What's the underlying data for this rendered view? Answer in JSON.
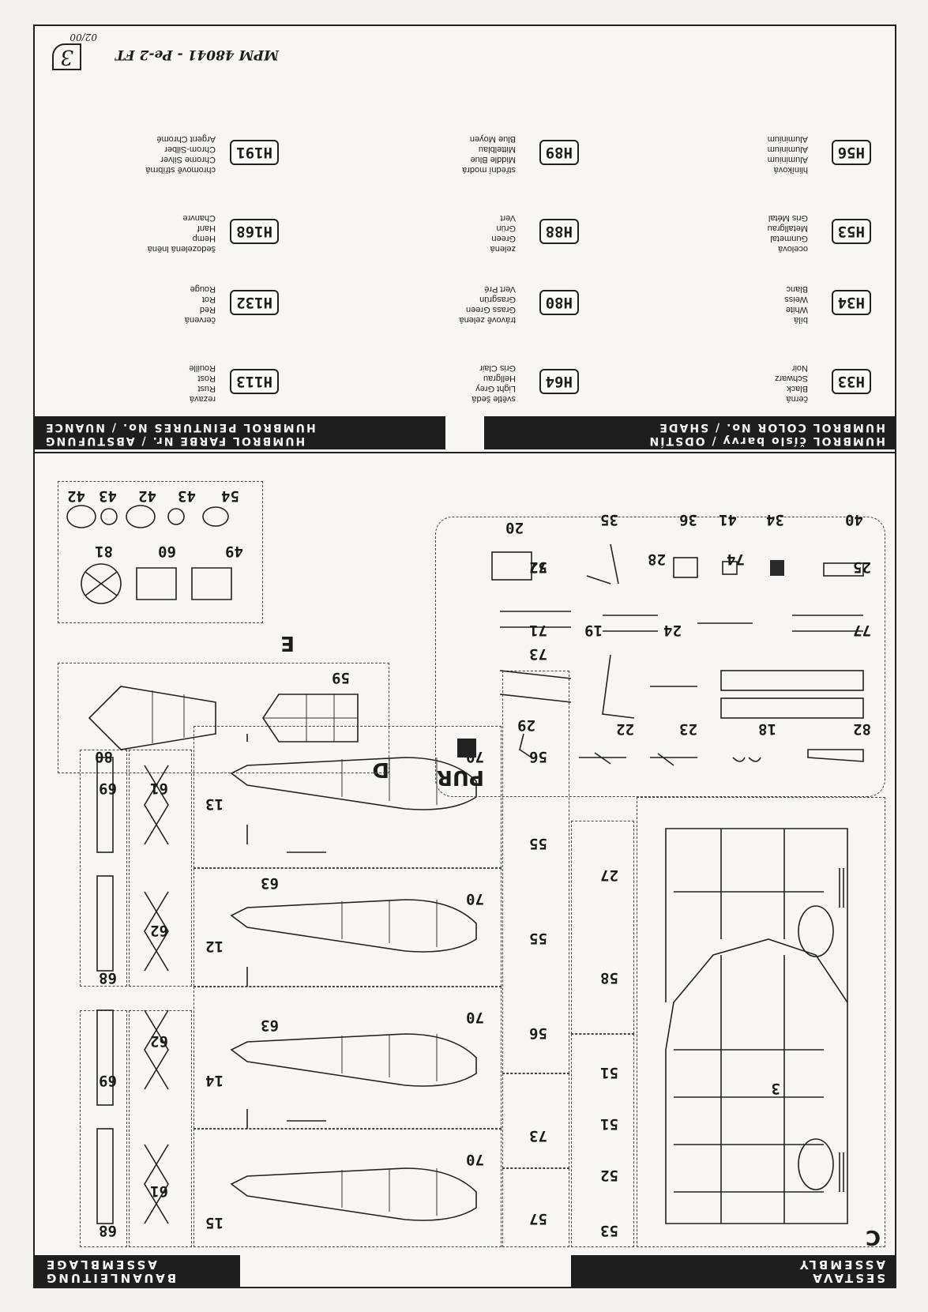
{
  "header": {
    "assembly_left_1": "SESTAVA",
    "assembly_left_2": "ASSEMBLY",
    "assembly_right_1": "BAUANLEITUNG",
    "assembly_right_2": "ASSEMBLAGE"
  },
  "palette_header": {
    "left_1": "HUMBROL COLOR No. / SHADE",
    "left_2": "HUMBROL číslo barvy / ODSTÍN",
    "right_1": "HUMBROL PEINTURES No. / NUANCE",
    "right_2": "HUMBROL FARBE Nr. / ABSTUFUNG"
  },
  "sections": {
    "c": "C",
    "d": "D",
    "e": "E",
    "pur": "PUR"
  },
  "parts_c": [
    "3",
    "27",
    "58",
    "51",
    "51",
    "52",
    "53",
    "56",
    "55",
    "55",
    "56",
    "57",
    "73",
    "73",
    "57"
  ],
  "parts_fuselage": [
    "15",
    "14",
    "12",
    "13",
    "70",
    "70",
    "70",
    "70",
    "63",
    "63"
  ],
  "parts_gear": [
    "61",
    "62",
    "62",
    "61",
    "68",
    "69",
    "68",
    "69"
  ],
  "parts_d": [
    "80",
    "59"
  ],
  "parts_e": [
    "49",
    "60",
    "81",
    "54",
    "43",
    "42",
    "43",
    "42"
  ],
  "parts_pur": [
    "82",
    "18",
    "23",
    "22",
    "29",
    "77",
    "24",
    "19",
    "71",
    "25",
    "74",
    "28",
    "72",
    "40",
    "34",
    "41",
    "36",
    "35",
    "20"
  ],
  "colors": [
    {
      "code": "H33",
      "names": [
        "černá",
        "Black",
        "Schwarz",
        "Noir"
      ]
    },
    {
      "code": "H34",
      "names": [
        "bílá",
        "White",
        "Weiss",
        "Blanc"
      ]
    },
    {
      "code": "H53",
      "names": [
        "ocelová",
        "Gunmetal",
        "Metallgrau",
        "Gris Métal"
      ]
    },
    {
      "code": "H56",
      "names": [
        "hliníková",
        "Aluminium",
        "Aluminium",
        "Aluminium"
      ]
    },
    {
      "code": "H64",
      "names": [
        "světle šedá",
        "Light Grey",
        "Hellgrau",
        "Gris Clair"
      ]
    },
    {
      "code": "H80",
      "names": [
        "trávově zelená",
        "Grass Green",
        "Grasgrün",
        "Vert Pré"
      ]
    },
    {
      "code": "H88",
      "names": [
        "zelená",
        "Green",
        "Grün",
        "Vert"
      ]
    },
    {
      "code": "H89",
      "names": [
        "střední modrá",
        "Middle Blue",
        "Mittelblau",
        "Blue Moyen"
      ]
    },
    {
      "code": "H113",
      "names": [
        "rezavá",
        "Rust",
        "Rost",
        "Rouille"
      ]
    },
    {
      "code": "H132",
      "names": [
        "červená",
        "Red",
        "Rot",
        "Rouge"
      ]
    },
    {
      "code": "H168",
      "names": [
        "šedozelená lněná",
        "Hemp",
        "Hanf",
        "Chanvre"
      ]
    },
    {
      "code": "H191",
      "names": [
        "chromově stříbrná",
        "Chrome Silver",
        "Chrom-Silber",
        "Argent Chromé"
      ]
    }
  ],
  "footer": {
    "title": "MPM 48041 - Pe-2 FT",
    "page": "3",
    "date": "02/00"
  },
  "style": {
    "ink": "#222222",
    "paper": "#f7f6f2"
  }
}
